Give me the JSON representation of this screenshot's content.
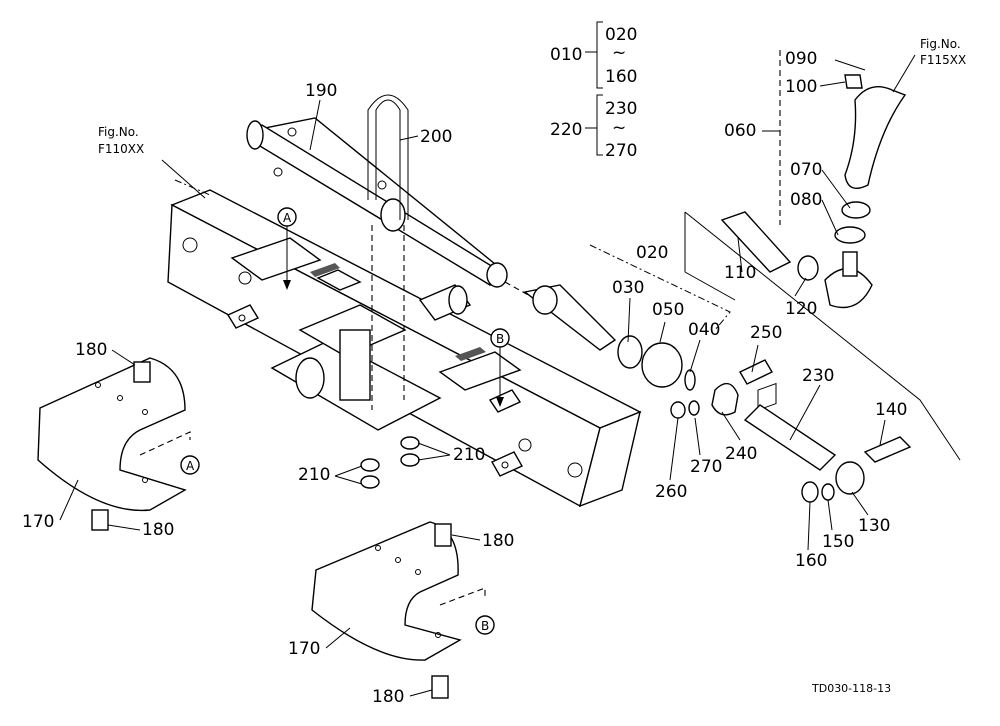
{
  "labels": {
    "p010": "010",
    "p020a": "020",
    "p160a": "160",
    "p220": "220",
    "p230a": "230",
    "p270a": "270",
    "p090": "090",
    "p100": "100",
    "p060": "060",
    "p070": "070",
    "p080": "080",
    "fig_right_1": "Fig.No.",
    "fig_right_2": "F115XX",
    "fig_left_1": "Fig.No.",
    "fig_left_2": "F110XX",
    "p190": "190",
    "p200": "200",
    "p020": "020",
    "p030": "030",
    "p050": "050",
    "p040": "040",
    "p110": "110",
    "p120": "120",
    "p250": "250",
    "p230": "230",
    "p140": "140",
    "p240": "240",
    "p270": "270",
    "p260": "260",
    "p130": "130",
    "p150": "150",
    "p160": "160",
    "p210a": "210",
    "p210b": "210",
    "p180a": "180",
    "p180b": "180",
    "p180c": "180",
    "p180d": "180",
    "p170a": "170",
    "p170b": "170",
    "markA1": "A",
    "markA2": "A",
    "markB1": "B",
    "markB2": "B",
    "tilde1": "~",
    "tilde2": "~",
    "code": "TD030-118-13"
  }
}
